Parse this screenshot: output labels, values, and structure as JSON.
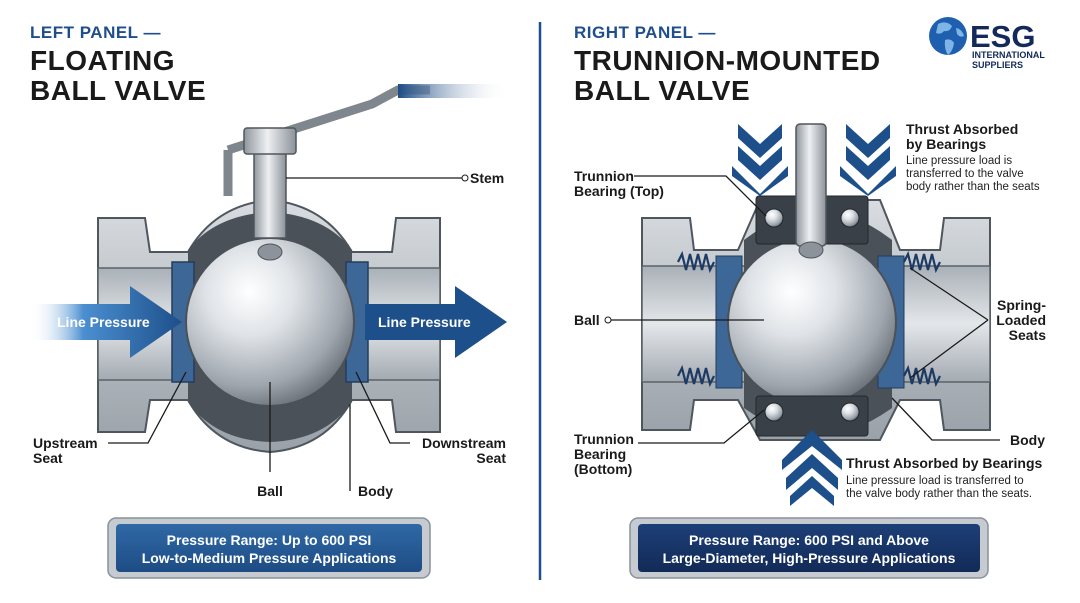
{
  "left_panel": {
    "kicker": "LEFT PANEL —",
    "title_line1": "FLOATING",
    "title_line2": "BALL VALVE",
    "labels": {
      "stem": "Stem",
      "line_pressure_in": "Line Pressure",
      "line_pressure_out": "Line Pressure",
      "upstream_seat_1": "Upstream",
      "upstream_seat_2": "Seat",
      "downstream_seat_1": "Downstream",
      "downstream_seat_2": "Seat",
      "ball": "Ball",
      "body": "Body"
    },
    "info_box": {
      "line1": "Pressure Range: Up to 600 PSI",
      "line2": "Low-to-Medium Pressure Applications"
    }
  },
  "right_panel": {
    "kicker": "RIGHT PANEL —",
    "title_line1": "TRUNNION-MOUNTED",
    "title_line2": "BALL VALVE",
    "labels": {
      "trunnion_top_1": "Trunnion",
      "trunnion_top_2": "Bearing (Top)",
      "thrust_top_title_1": "Thrust Absorbed",
      "thrust_top_title_2": "by Bearings",
      "thrust_top_desc_1": "Line pressure load is",
      "thrust_top_desc_2": "transferred to the valve",
      "thrust_top_desc_3": "body rather than the seats",
      "ball": "Ball",
      "spring_1": "Spring-",
      "spring_2": "Loaded",
      "spring_3": "Seats",
      "trunnion_bottom_1": "Trunnion",
      "trunnion_bottom_2": "Bearing",
      "trunnion_bottom_3": "(Bottom)",
      "body": "Body",
      "thrust_bottom_title": "Thrust Absorbed by Bearings",
      "thrust_bottom_desc_1": "Line pressure load is transferred to",
      "thrust_bottom_desc_2": "the valve body rather than the seats."
    },
    "info_box": {
      "line1": "Pressure Range: 600 PSI and Above",
      "line2": "Large-Diameter, High-Pressure Applications"
    }
  },
  "logo": {
    "name": "ESG",
    "line1": "INTERNATIONAL",
    "line2": "SUPPLIERS"
  },
  "colors": {
    "accent_blue": "#1f4e8c",
    "dark_navy": "#13295c",
    "arrow_blue": "#1d4f8a",
    "steel": "#b9bec4"
  }
}
